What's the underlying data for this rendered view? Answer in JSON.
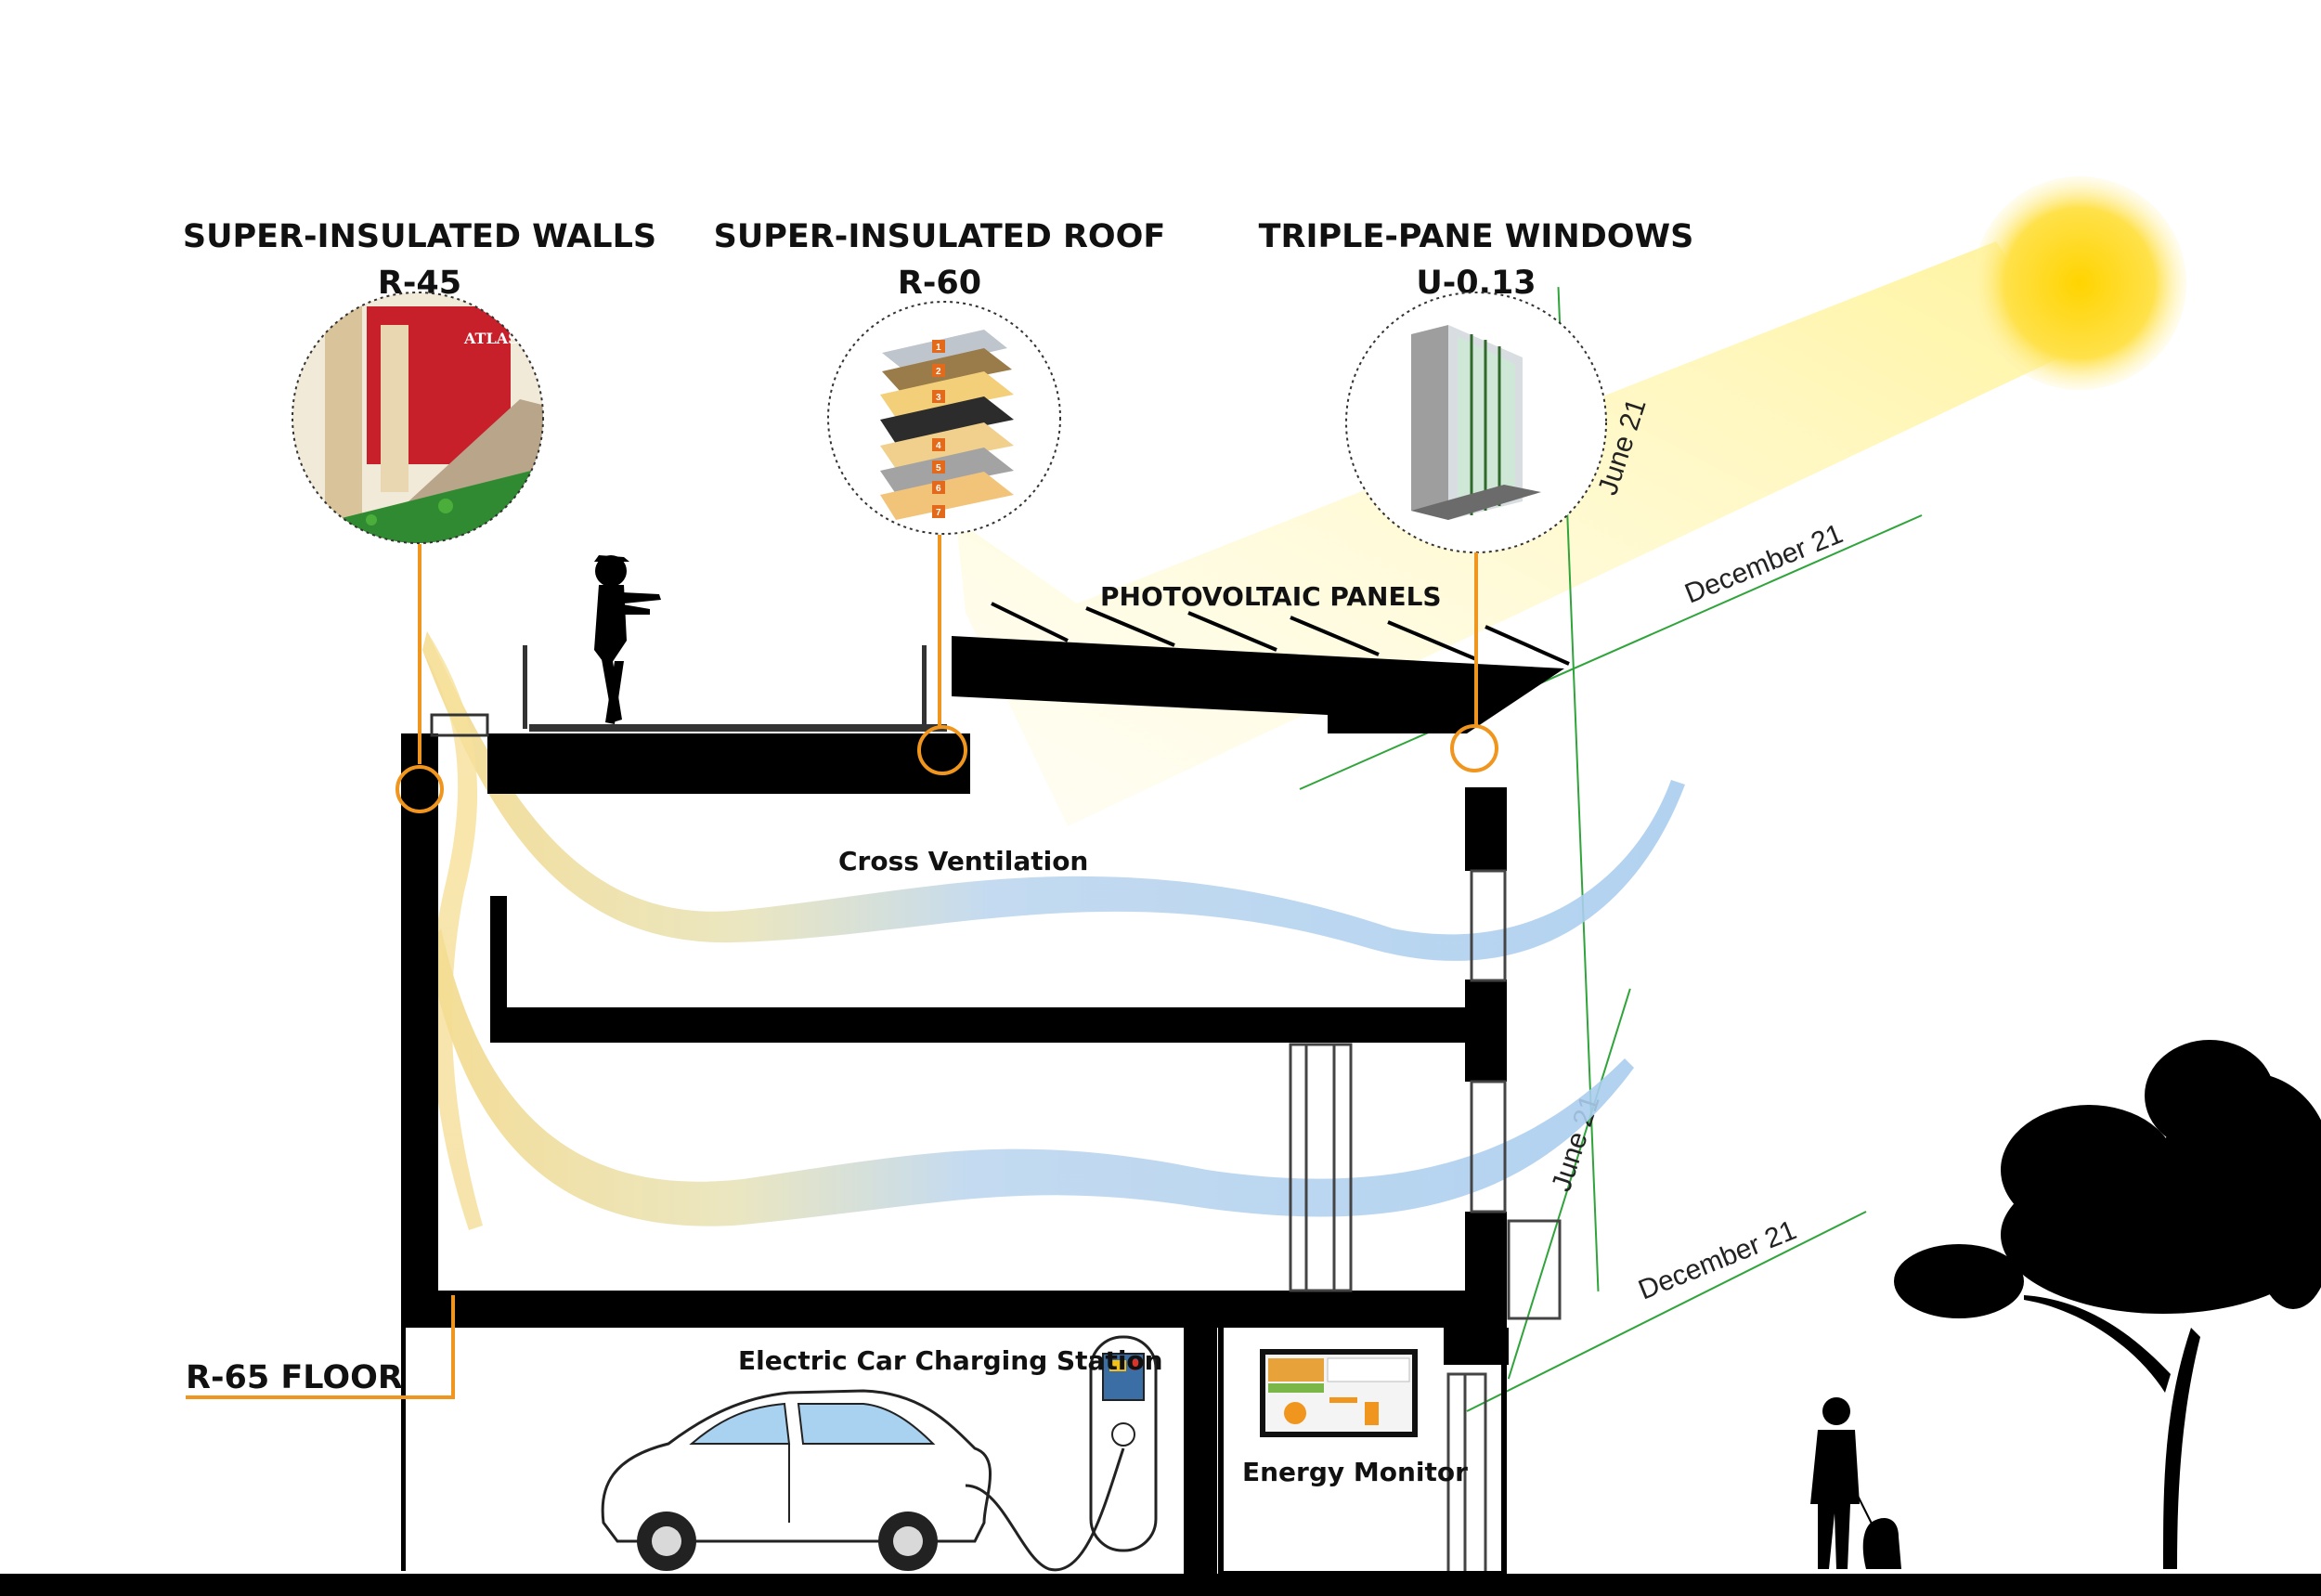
{
  "features": {
    "walls": {
      "title": "SUPER-INSULATED WALLS",
      "value": "R-45"
    },
    "roof": {
      "title": "SUPER-INSULATED ROOF",
      "value": "R-60"
    },
    "windows": {
      "title": "TRIPLE-PANE WINDOWS",
      "value": "U-0.13"
    },
    "floor": {
      "value": "R-65 FLOOR"
    }
  },
  "labels": {
    "pv": "PHOTOVOLTAIC PANELS",
    "cross_ventilation": "Cross Ventilation",
    "charging": "Electric Car Charging Station",
    "energy_monitor": "Energy Monitor",
    "sun_upper_june": "June 21",
    "sun_upper_december": "December 21",
    "sun_lower_june": "June 21",
    "sun_lower_december": "December 21"
  },
  "wall_sample": {
    "brand_text": "ATLAS"
  },
  "roof_layers": [
    "1",
    "2",
    "3",
    "4",
    "5",
    "6",
    "7"
  ],
  "colors": {
    "accent": "#f0961e",
    "structure": "#000000",
    "sun": "#ffd400",
    "solar_angle_lines": "#2fa43a",
    "ventilation_warm": "#f3d98a",
    "ventilation_cool": "#a9cdef"
  }
}
